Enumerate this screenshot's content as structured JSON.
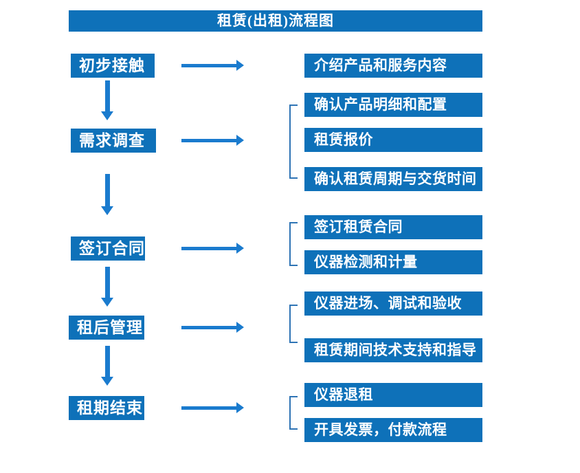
{
  "title": "租赁(出租)流程图",
  "colors": {
    "box_blue": "#0e71b9",
    "arrow_blue": "#1a7bce",
    "bracket_blue": "#2e74b5",
    "text_white": "#ffffff"
  },
  "steps": [
    {
      "label": "初步接触",
      "outputs": [
        "介绍产品和服务内容"
      ]
    },
    {
      "label": "需求调查",
      "outputs": [
        "确认产品明细和配置",
        "租赁报价",
        "确认租赁周期与交货时间"
      ]
    },
    {
      "label": "签订合同",
      "outputs": [
        "签订租赁合同",
        "仪器检测和计量"
      ]
    },
    {
      "label": "租后管理",
      "outputs": [
        "仪器进场、调试和验收",
        "租赁期间技术支持和指导"
      ]
    },
    {
      "label": "租期结束",
      "outputs": [
        "仪器退租",
        "开具发票，付款流程"
      ]
    }
  ]
}
